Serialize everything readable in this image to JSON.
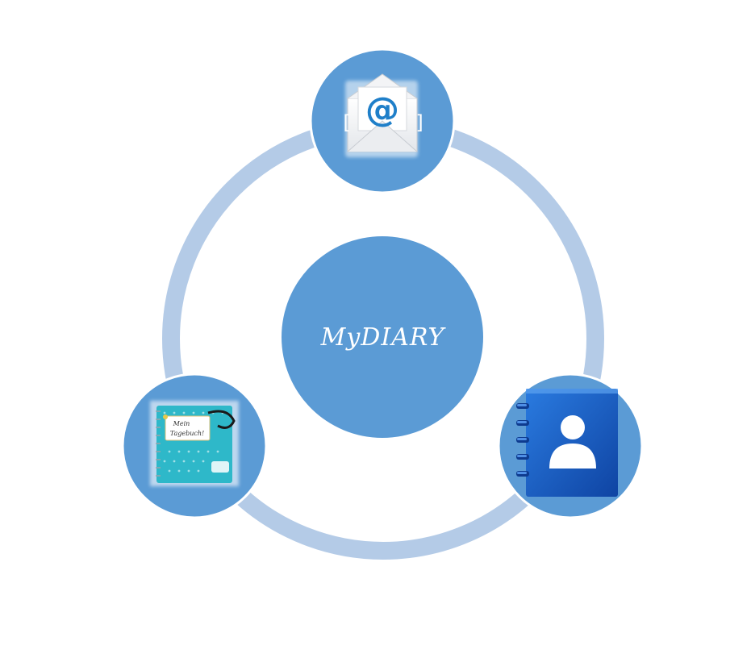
{
  "diagram": {
    "center_title": "MyDIARY",
    "nodes": [
      {
        "name": "email",
        "icon": "email-icon"
      },
      {
        "name": "diary",
        "icon": "diary-notebook-icon",
        "notebook_text": [
          "Mein",
          "Tagebuch!"
        ]
      },
      {
        "name": "contacts",
        "icon": "contacts-book-icon"
      }
    ]
  },
  "colors": {
    "ring": "#b4cbe7",
    "node_fill": "#5b9bd5",
    "node_border": "#ffffff",
    "center_text": "#ffffff",
    "notebook": "#2eb8c9",
    "contacts_book": "#1a5fc4"
  }
}
